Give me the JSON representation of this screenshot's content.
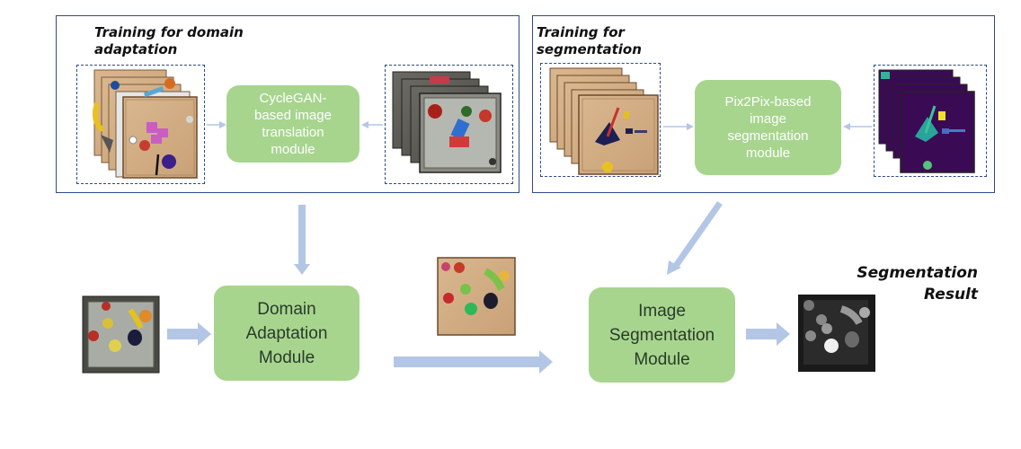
{
  "panels": {
    "domain_training": {
      "title": "Training for domain\nadaptation"
    },
    "segmentation_training": {
      "title": "Training for\nsegmentation"
    }
  },
  "modules": {
    "cyclegan": "CycleGAN-\nbased image\ntranslation\nmodule",
    "pix2pix": "Pix2Pix-based\nimage\nsegmentation\nmodule",
    "domain_adaptation": "Domain\nAdaptation\nModule",
    "image_segmentation": "Image\nSegmentation\nModule"
  },
  "result": {
    "title": "Segmentation\nResult"
  },
  "colors": {
    "panel_border": "#2e4a8a",
    "module_fill": "#a7d58e",
    "arrow": "#b3c6e6",
    "sim_table": "#d5b088",
    "real_bin": "#5c5a52",
    "seg_background": "#3b0a55"
  }
}
